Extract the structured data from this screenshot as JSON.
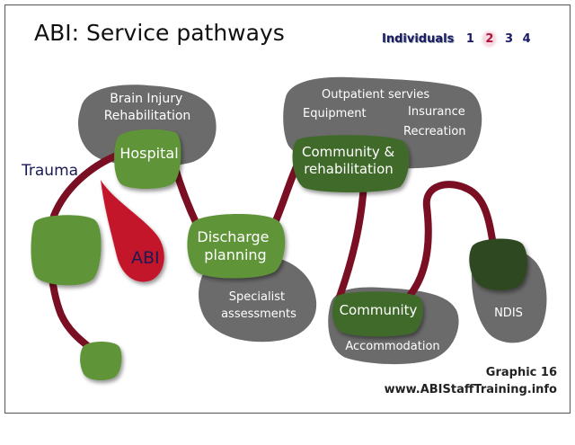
{
  "title": "ABI: Service pathways",
  "nav": {
    "label": "Individuals",
    "pages": [
      "1",
      "2",
      "3",
      "4"
    ],
    "active_page": "2"
  },
  "labels": {
    "trauma": "Trauma",
    "abi": "ABI",
    "brain_injury": [
      "Brain Injury",
      "Rehabilitation"
    ],
    "hospital": "Hospital",
    "discharge": [
      "Discharge",
      "planning"
    ],
    "specialist": [
      "Specialist",
      "assessments"
    ],
    "outpatient": "Outpatient servies",
    "equipment": "Equipment",
    "insurance": "Insurance",
    "recreation": "Recreation",
    "community_rehab": [
      "Community &",
      "rehabilitation"
    ],
    "community": "Community",
    "accommodation": "Accommodation",
    "ndis": "NDIS"
  },
  "footer": {
    "graphic": "Graphic 16",
    "url": "www.ABIStaffTraining.info"
  },
  "colors": {
    "grey_blob": "#6b6b6b",
    "green_node": "#5f9438",
    "dark_green_node": "#3f6a2c",
    "darkest_green_node": "#2e4a22",
    "path": "#7a0f24",
    "abi_red": "#c4142c",
    "label_dark": "#1a1a55"
  }
}
